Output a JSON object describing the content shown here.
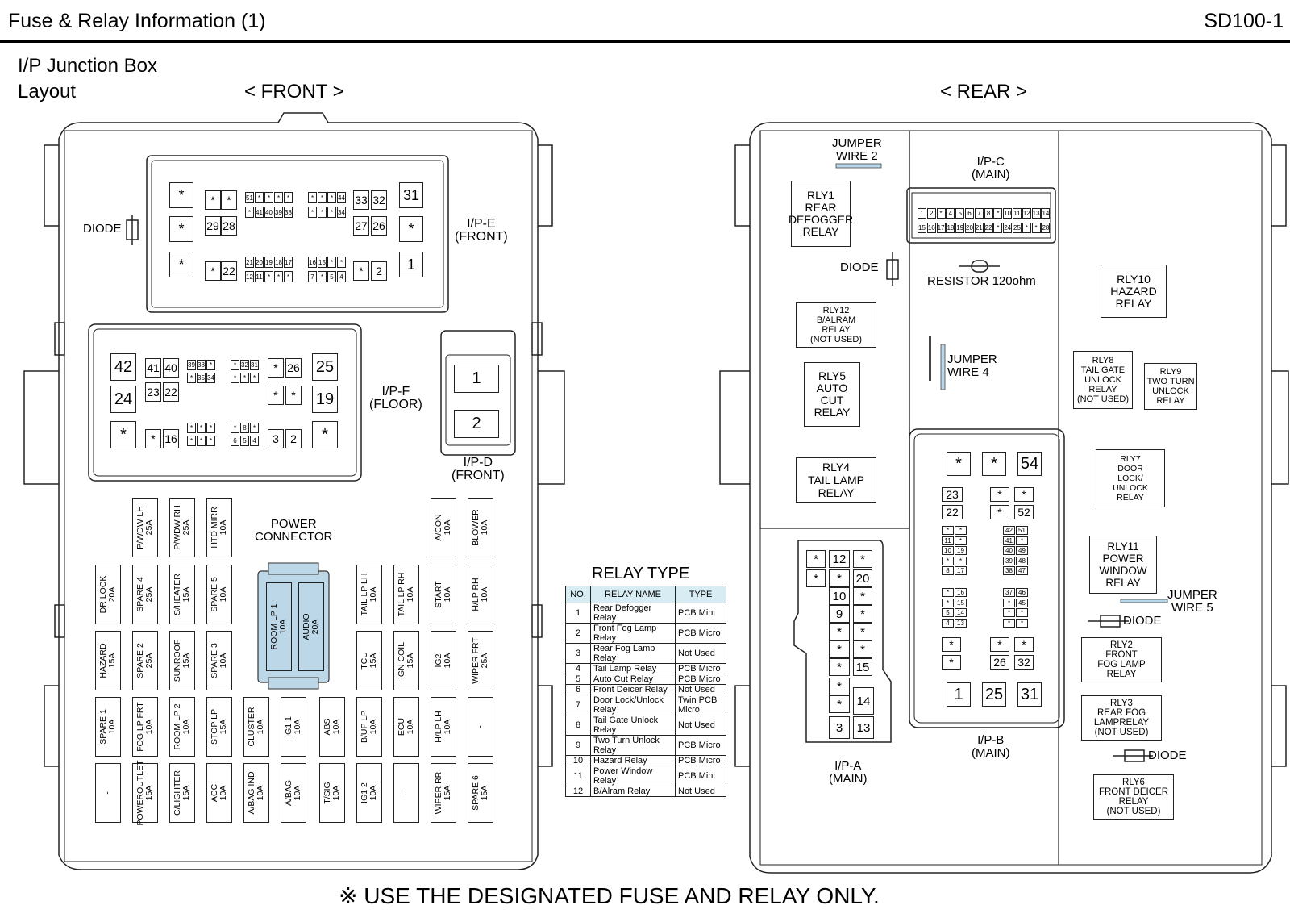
{
  "header": {
    "title": "Fuse & Relay Information (1)",
    "code": "SD100-1"
  },
  "section_title": [
    "I/P Junction Box",
    "Layout"
  ],
  "views": {
    "front": "< FRONT >",
    "rear": "< REAR >"
  },
  "front": {
    "ipe_label": [
      "I/P-E",
      "(FRONT)"
    ],
    "ipf_label": [
      "I/P-F",
      "(FLOOR)"
    ],
    "ipd_label": [
      "I/P-D",
      "(FRONT)"
    ],
    "diode": "DIODE",
    "power_connector": [
      "POWER",
      "CONNECTOR"
    ],
    "ipe_big": [
      "*",
      "*",
      "*",
      "31",
      "*",
      "1"
    ],
    "ipe_mid": [
      "*",
      "*",
      "29",
      "28",
      "*",
      "22",
      "33",
      "32",
      "27",
      "26",
      "*",
      "2"
    ],
    "ipe_mini_top": [
      "51",
      "*",
      "*",
      "*",
      "*",
      "*",
      "*",
      "*",
      "44",
      "*",
      "41",
      "40",
      "39",
      "38",
      "*",
      "*",
      "*",
      "34"
    ],
    "ipe_mini_bot": [
      "21",
      "20",
      "19",
      "18",
      "17",
      "16",
      "15",
      "*",
      "*",
      "12",
      "11",
      "*",
      "*",
      "*",
      "7",
      "*",
      "5",
      "4"
    ],
    "ipf_big": [
      "42",
      "24",
      "*",
      "25",
      "19",
      "*"
    ],
    "ipf_mid": [
      "41",
      "40",
      "23",
      "22",
      "*",
      "16",
      "*",
      "26",
      "*",
      "*",
      "3",
      "2"
    ],
    "ipf_mini_top": [
      "39",
      "38",
      "*",
      "*",
      "32",
      "31",
      "*",
      "35",
      "34",
      "*",
      "*",
      "*"
    ],
    "ipf_mini_bot": [
      "*",
      "*",
      "*",
      "*",
      "8",
      "*",
      "*",
      "*",
      "*",
      "6",
      "5",
      "4"
    ],
    "ipd_cells": [
      "1",
      "2"
    ],
    "fuses_top": [
      "P/WDW LH\n25A",
      "P/WDW RH\n25A",
      "HTD MIRR\n10A",
      "A/CON\n10A",
      "BLOWER\n10A"
    ],
    "fuses_row2": [
      "DR LOCK\n20A",
      "SPARE 4\n25A",
      "S/HEATER\n15A",
      "SPARE 5\n10A",
      "TAIL LP LH\n10A",
      "TAIL LP RH\n10A",
      "START\n10A",
      "H/LP RH\n10A"
    ],
    "fuses_row3": [
      "HAZARD\n15A",
      "SPARE 2\n25A",
      "SUNROOF\n15A",
      "SPARE 3\n10A",
      "TCU\n15A",
      "IGN COIL\n15A",
      "IG2\n10A",
      "WIPER FRT\n25A"
    ],
    "fuses_row4": [
      "SPARE 1\n10A",
      "FOG LP FRT\n10A",
      "ROOM LP 2\n10A",
      "STOP LP\n15A",
      "CLUSTER\n10A",
      "IG1 1\n10A",
      "ABS\n10A",
      "B/UP LP\n10A",
      "ECU\n10A",
      "H/LP LH\n10A",
      "-"
    ],
    "fuses_row5": [
      "-",
      "POWEROUTLET\n15A",
      "C/LIGHTER\n15A",
      "ACC\n10A",
      "A/BAG IND\n10A",
      "A/BAG\n10A",
      "T/SIG\n10A",
      "IG1 2\n10A",
      "-",
      "WIPER RR\n15A",
      "SPARE 6\n15A"
    ],
    "power_fuses": [
      "ROOM LP 1\n10A",
      "AUDIO\n20A"
    ]
  },
  "relay_type": {
    "title": "RELAY TYPE",
    "headers": [
      "NO.",
      "RELAY NAME",
      "TYPE"
    ],
    "rows": [
      [
        "1",
        "Rear Defogger\nRelay",
        "PCB Mini"
      ],
      [
        "2",
        "Front Fog Lamp\nRelay",
        "PCB Micro"
      ],
      [
        "3",
        "Rear Fog Lamp\nRelay",
        "Not Used"
      ],
      [
        "4",
        "Tail Lamp Relay",
        "PCB Micro"
      ],
      [
        "5",
        "Auto Cut Relay",
        "PCB Micro"
      ],
      [
        "6",
        "Front Deicer Relay",
        "Not Used"
      ],
      [
        "7",
        "Door Lock/Unlock\nRelay",
        "Twin PCB\nMicro"
      ],
      [
        "8",
        "Tail Gate Unlock\nRelay",
        "Not Used"
      ],
      [
        "9",
        "Two Turn Unlock\nRelay",
        "PCB Micro"
      ],
      [
        "10",
        "Hazard Relay",
        "PCB Micro"
      ],
      [
        "11",
        "Power Window\nRelay",
        "PCB Mini"
      ],
      [
        "12",
        "B/Alram Relay",
        "Not Used"
      ]
    ]
  },
  "rear": {
    "jumper2": [
      "JUMPER",
      "WIRE 2"
    ],
    "jumper4": [
      "JUMPER",
      "WIRE 4"
    ],
    "jumper5": [
      "JUMPER",
      "WIRE 5"
    ],
    "ipc_label": [
      "I/P-C",
      "(MAIN)"
    ],
    "ipb_label": [
      "I/P-B",
      "(MAIN)"
    ],
    "ipa_label": [
      "I/P-A",
      "(MAIN)"
    ],
    "diode": "DIODE",
    "resistor": "RESISTOR 120ohm",
    "ipc_pins_top": [
      "1",
      "2",
      "*",
      "4",
      "5",
      "6",
      "7",
      "8",
      "*",
      "10",
      "11",
      "12",
      "13",
      "14"
    ],
    "ipc_pins_bot": [
      "15",
      "16",
      "17",
      "18",
      "19",
      "20",
      "21",
      "22",
      "*",
      "24",
      "25",
      "*",
      "*",
      "28"
    ],
    "relays": {
      "rly1": "RLY1\nREAR\nDEFOGGER\nRELAY",
      "rly12": "RLY12\nB/ALRAM\nRELAY\n(NOT USED)",
      "rly5": "RLY5\nAUTO\nCUT\nRELAY",
      "rly4": "RLY4\nTAIL LAMP\nRELAY",
      "rly10": "RLY10\nHAZARD\nRELAY",
      "rly8": "RLY8\nTAIL GATE\nUNLOCK\nRELAY\n(NOT USED)",
      "rly9": "RLY9\nTWO TURN\nUNLOCK\nRELAY",
      "rly7": "RLY7\nDOOR\nLOCK/\nUNLOCK\nRELAY",
      "rly11": "RLY11\nPOWER\nWINDOW\nRELAY",
      "rly2": "RLY2\nFRONT\nFOG LAMP\nRELAY",
      "rly3": "RLY3\nREAR FOG\nLAMPRELAY\n(NOT USED)",
      "rly6": "RLY6\nFRONT DEICER\nRELAY\n(NOT USED)"
    },
    "ipb_top": [
      "*",
      "*",
      "54"
    ],
    "ipb_row2": [
      "23",
      "*",
      "*"
    ],
    "ipb_row3": [
      "22",
      "*",
      "52"
    ],
    "ipb_mini_left": [
      "*",
      "*",
      "11",
      "*",
      "10",
      "19",
      "*",
      "*",
      "8",
      "17",
      "*",
      "16",
      "*",
      "15",
      "5",
      "14",
      "4",
      "13"
    ],
    "ipb_mini_right": [
      "42",
      "51",
      "41",
      "*",
      "40",
      "49",
      "39",
      "48",
      "38",
      "47",
      "37",
      "46",
      "*",
      "45",
      "*",
      "*",
      "*",
      "*"
    ],
    "ipb_row4": [
      "*",
      "*",
      "*"
    ],
    "ipb_row5": [
      "*",
      "26",
      "32"
    ],
    "ipb_bottom": [
      "1",
      "25",
      "31"
    ],
    "ipa_cells": [
      "*",
      "12",
      "*",
      "*",
      "*",
      "20",
      "10",
      "*",
      "9",
      "*",
      "*",
      "*",
      "*",
      "*",
      "*",
      "15",
      "*",
      "*",
      "14",
      "3",
      "13"
    ]
  },
  "footer": "※ USE THE DESIGNATED FUSE AND RELAY ONLY."
}
